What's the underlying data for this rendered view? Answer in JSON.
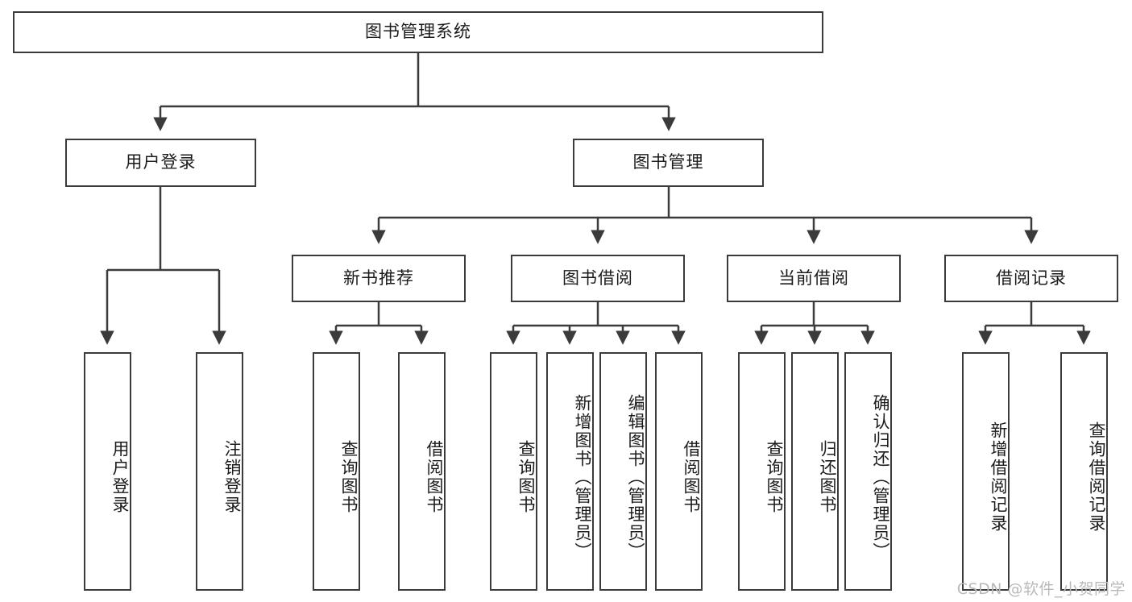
{
  "diagram": {
    "title": "图书管理系统",
    "type": "tree",
    "watermark": "CSDN @软件_小贺同学",
    "colors": {
      "box_border": "#3b3b3b",
      "box_fill": "#ffffff",
      "edge": "#3b3b3b",
      "text": "#1b1b1b",
      "watermark": "#b9b9b9",
      "background": "#ffffff"
    },
    "nodes": {
      "root": {
        "label": "图书管理系统"
      },
      "level2": [
        {
          "id": "user-login",
          "label": "用户登录"
        },
        {
          "id": "book-manage",
          "label": "图书管理"
        }
      ],
      "level3": [
        {
          "id": "new-book-recommend",
          "label": "新书推荐"
        },
        {
          "id": "book-borrow",
          "label": "图书借阅"
        },
        {
          "id": "current-borrow",
          "label": "当前借阅"
        },
        {
          "id": "borrow-record",
          "label": "借阅记录"
        }
      ],
      "leaves": [
        {
          "id": "leaf-user-login",
          "label": "用户登录",
          "parent": "user-login"
        },
        {
          "id": "leaf-logout-login",
          "label": "注销登录",
          "parent": "user-login"
        },
        {
          "id": "leaf-query-book-1",
          "label": "查询图书",
          "parent": "new-book-recommend"
        },
        {
          "id": "leaf-borrow-book-1",
          "label": "借阅图书",
          "parent": "new-book-recommend"
        },
        {
          "id": "leaf-query-book-2",
          "label": "查询图书",
          "parent": "book-borrow"
        },
        {
          "id": "leaf-add-book",
          "label": "新增图书（管理员）",
          "parent": "book-borrow"
        },
        {
          "id": "leaf-edit-book",
          "label": "编辑图书（管理员）",
          "parent": "book-borrow"
        },
        {
          "id": "leaf-borrow-book-2",
          "label": "借阅图书",
          "parent": "book-borrow"
        },
        {
          "id": "leaf-query-book-3",
          "label": "查询图书",
          "parent": "current-borrow"
        },
        {
          "id": "leaf-return-book",
          "label": "归还图书",
          "parent": "current-borrow"
        },
        {
          "id": "leaf-confirm-return",
          "label": "确认归还（管理员）",
          "parent": "current-borrow"
        },
        {
          "id": "leaf-add-record",
          "label": "新增借阅记录",
          "parent": "borrow-record"
        },
        {
          "id": "leaf-query-record",
          "label": "查询借阅记录",
          "parent": "borrow-record"
        }
      ]
    }
  }
}
